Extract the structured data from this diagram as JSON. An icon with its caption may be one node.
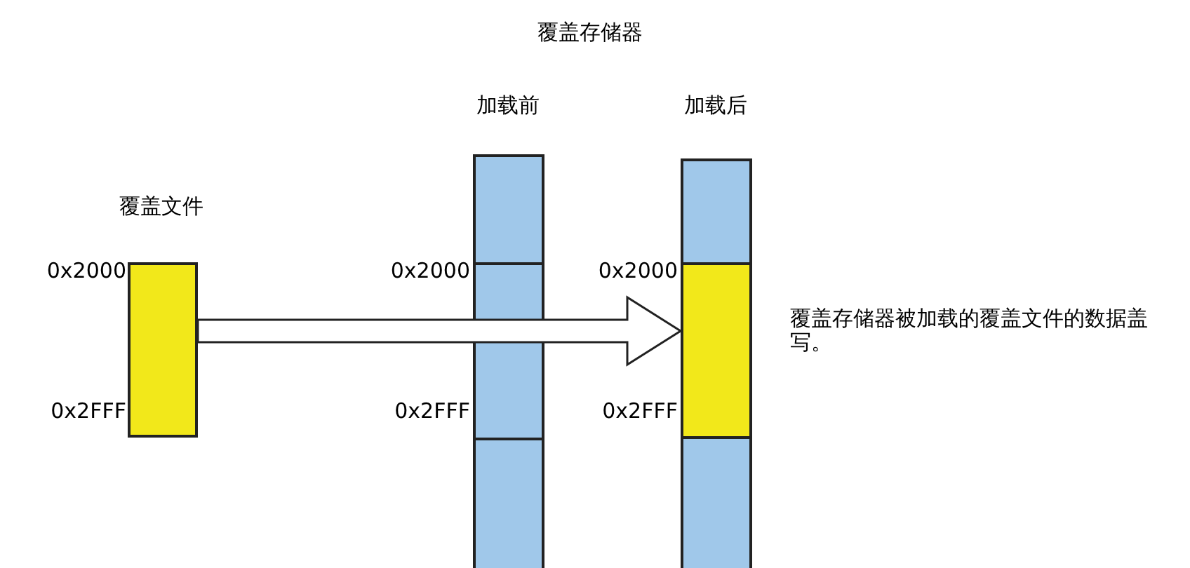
{
  "diagram": {
    "title": "覆盖存储器",
    "nodes": [
      {
        "text": [
          "覆盖文件"
        ]
      },
      {
        "text": [
          "加载前"
        ]
      },
      {
        "text": [],
        "shape": "box",
        "in": 1
      },
      {
        "text": [],
        "shape": "box",
        "in": 1
      },
      {
        "text": [],
        "shape": "box",
        "in": 1
      },
      {
        "text": [
          "加载后"
        ]
      },
      {
        "text": [],
        "shape": "box",
        "in": 5
      },
      {
        "text": [],
        "shape": "box",
        "in": 5
      },
      {
        "text": [],
        "shape": "box",
        "in": 5
      }
    ],
    "edges": [
      {
        "from": 0,
        "to": 7,
        "arrow": "to"
      }
    ],
    "labels": [
      "0x2000",
      "0x2000",
      "0x2000",
      "覆盖存储器被加载的覆盖文件的数据盖写。",
      "0x2FFF",
      "0x2FFF",
      "0x2FFF"
    ]
  }
}
